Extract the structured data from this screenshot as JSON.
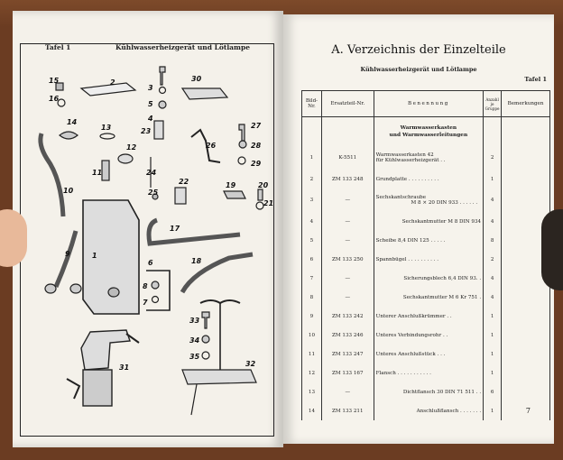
{
  "left_page": {
    "tafel": "Tafel 1",
    "heading": "Kühlwasserheizgerät und Lötlampe",
    "figure_numbers": [
      "1",
      "2",
      "3",
      "4",
      "5",
      "6",
      "7",
      "8",
      "9",
      "10",
      "11",
      "12",
      "13",
      "14",
      "15",
      "16",
      "17",
      "18",
      "19",
      "20",
      "21",
      "22",
      "23",
      "24",
      "25",
      "26",
      "27",
      "28",
      "29",
      "30",
      "31",
      "32",
      "33",
      "34",
      "35"
    ]
  },
  "right_page": {
    "title": "A. Verzeichnis der Einzelteile",
    "subtitle": "Kühlwasserheizgerät und Lötlampe",
    "tafel": "Tafel 1",
    "columns": {
      "bild": "Bild-Nr.",
      "ersatzteil": "Ersatzteil-Nr.",
      "benennung": "Benennung",
      "anzahl": "Anzahl je Gruppe",
      "bemerkungen": "Bemerkungen"
    },
    "section_heading_1": "Warmwasserkasten",
    "section_heading_2": "und Warmwasserleitungen",
    "rows": [
      {
        "bild": "1",
        "nr": "K-5511",
        "name": "Warmwasserkasten 42",
        "name2": "für Kühlwasserheizgerät . .",
        "qty": "2"
      },
      {
        "bild": "2",
        "nr": "ZM 133 248",
        "name": "Grundplatte . . . . . . . . . .",
        "name2": "",
        "qty": "1"
      },
      {
        "bild": "3",
        "nr": "—",
        "name": "Sechskantschraube",
        "name2": "M 8 × 20 DIN 933 . . . . . .",
        "qty": "4"
      },
      {
        "bild": "4",
        "nr": "—",
        "name": "Sechskantmutter M 8 DIN 934",
        "name2": "",
        "qty": "4"
      },
      {
        "bild": "5",
        "nr": "—",
        "name": "Scheibe 8,4 DIN 125 . . . . .",
        "name2": "",
        "qty": "8"
      },
      {
        "bild": "6",
        "nr": "ZM 133 250",
        "name": "Spannbügel . . . . . . . . . .",
        "name2": "",
        "qty": "2"
      },
      {
        "bild": "7",
        "nr": "—",
        "name": "Sicherungsblech 6,4 DIN 93. .",
        "name2": "",
        "qty": "4"
      },
      {
        "bild": "8",
        "nr": "—",
        "name": "Sechskantmutter M 6 Kr 751 .",
        "name2": "",
        "qty": "4"
      },
      {
        "bild": "9",
        "nr": "ZM 133 242",
        "name": "Unterer Anschlußkrümmer . .",
        "name2": "",
        "qty": "1"
      },
      {
        "bild": "10",
        "nr": "ZM 133 246",
        "name": "Unteres Verbindungsrohr . .",
        "name2": "",
        "qty": "1"
      },
      {
        "bild": "11",
        "nr": "ZM 133 247",
        "name": "Unteres Anschlußstück . . .",
        "name2": "",
        "qty": "1"
      },
      {
        "bild": "12",
        "nr": "ZM 133 167",
        "name": "Flansch . . . . . . . . . . .",
        "name2": "",
        "qty": "1"
      },
      {
        "bild": "13",
        "nr": "—",
        "name": "Dichtflansch 30 DIN 71 511 . .",
        "name2": "",
        "qty": "6"
      },
      {
        "bild": "14",
        "nr": "ZM 133 211",
        "name": "Anschlußflansch . . . . . . .",
        "name2": "",
        "qty": "1"
      }
    ],
    "page_number": "7"
  }
}
